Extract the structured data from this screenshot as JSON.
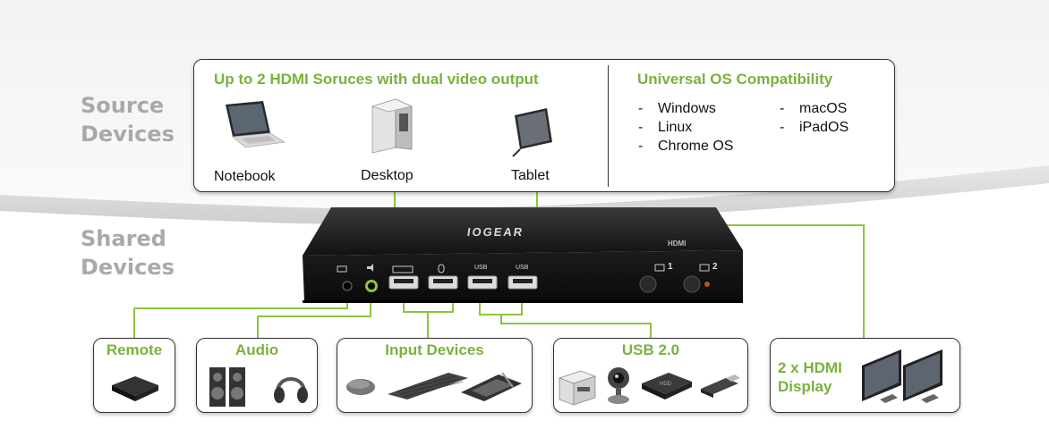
{
  "side_labels": {
    "source_line1": "Source",
    "source_line2": "Devices",
    "shared_line1": "Shared",
    "shared_line2": "Devices"
  },
  "source_panel": {
    "title": "Up to 2 HDMI Soruces with dual video output",
    "devices": [
      "Notebook",
      "Desktop",
      "Tablet"
    ]
  },
  "os_panel": {
    "title": "Universal OS Compatibility",
    "dash": "-",
    "col1": [
      "Windows",
      "Linux",
      "Chrome OS"
    ],
    "col2": [
      "macOS",
      "iPadOS"
    ]
  },
  "device": {
    "brand": "IOGEAR",
    "hdmi_logo": "HDMI",
    "usb_label_1": "USB",
    "usb_label_2": "USB",
    "port_1_label": "1",
    "port_2_label": "2"
  },
  "bottom_boxes": {
    "remote": "Remote",
    "audio": "Audio",
    "input": "Input Devices",
    "usb": "USB 2.0",
    "display_line1": "2 x HDMI",
    "display_line2": "Display"
  },
  "colors": {
    "accent_green": "#7ab23c",
    "label_gray": "#a7a9ac",
    "connector_green": "#8dc63f"
  }
}
